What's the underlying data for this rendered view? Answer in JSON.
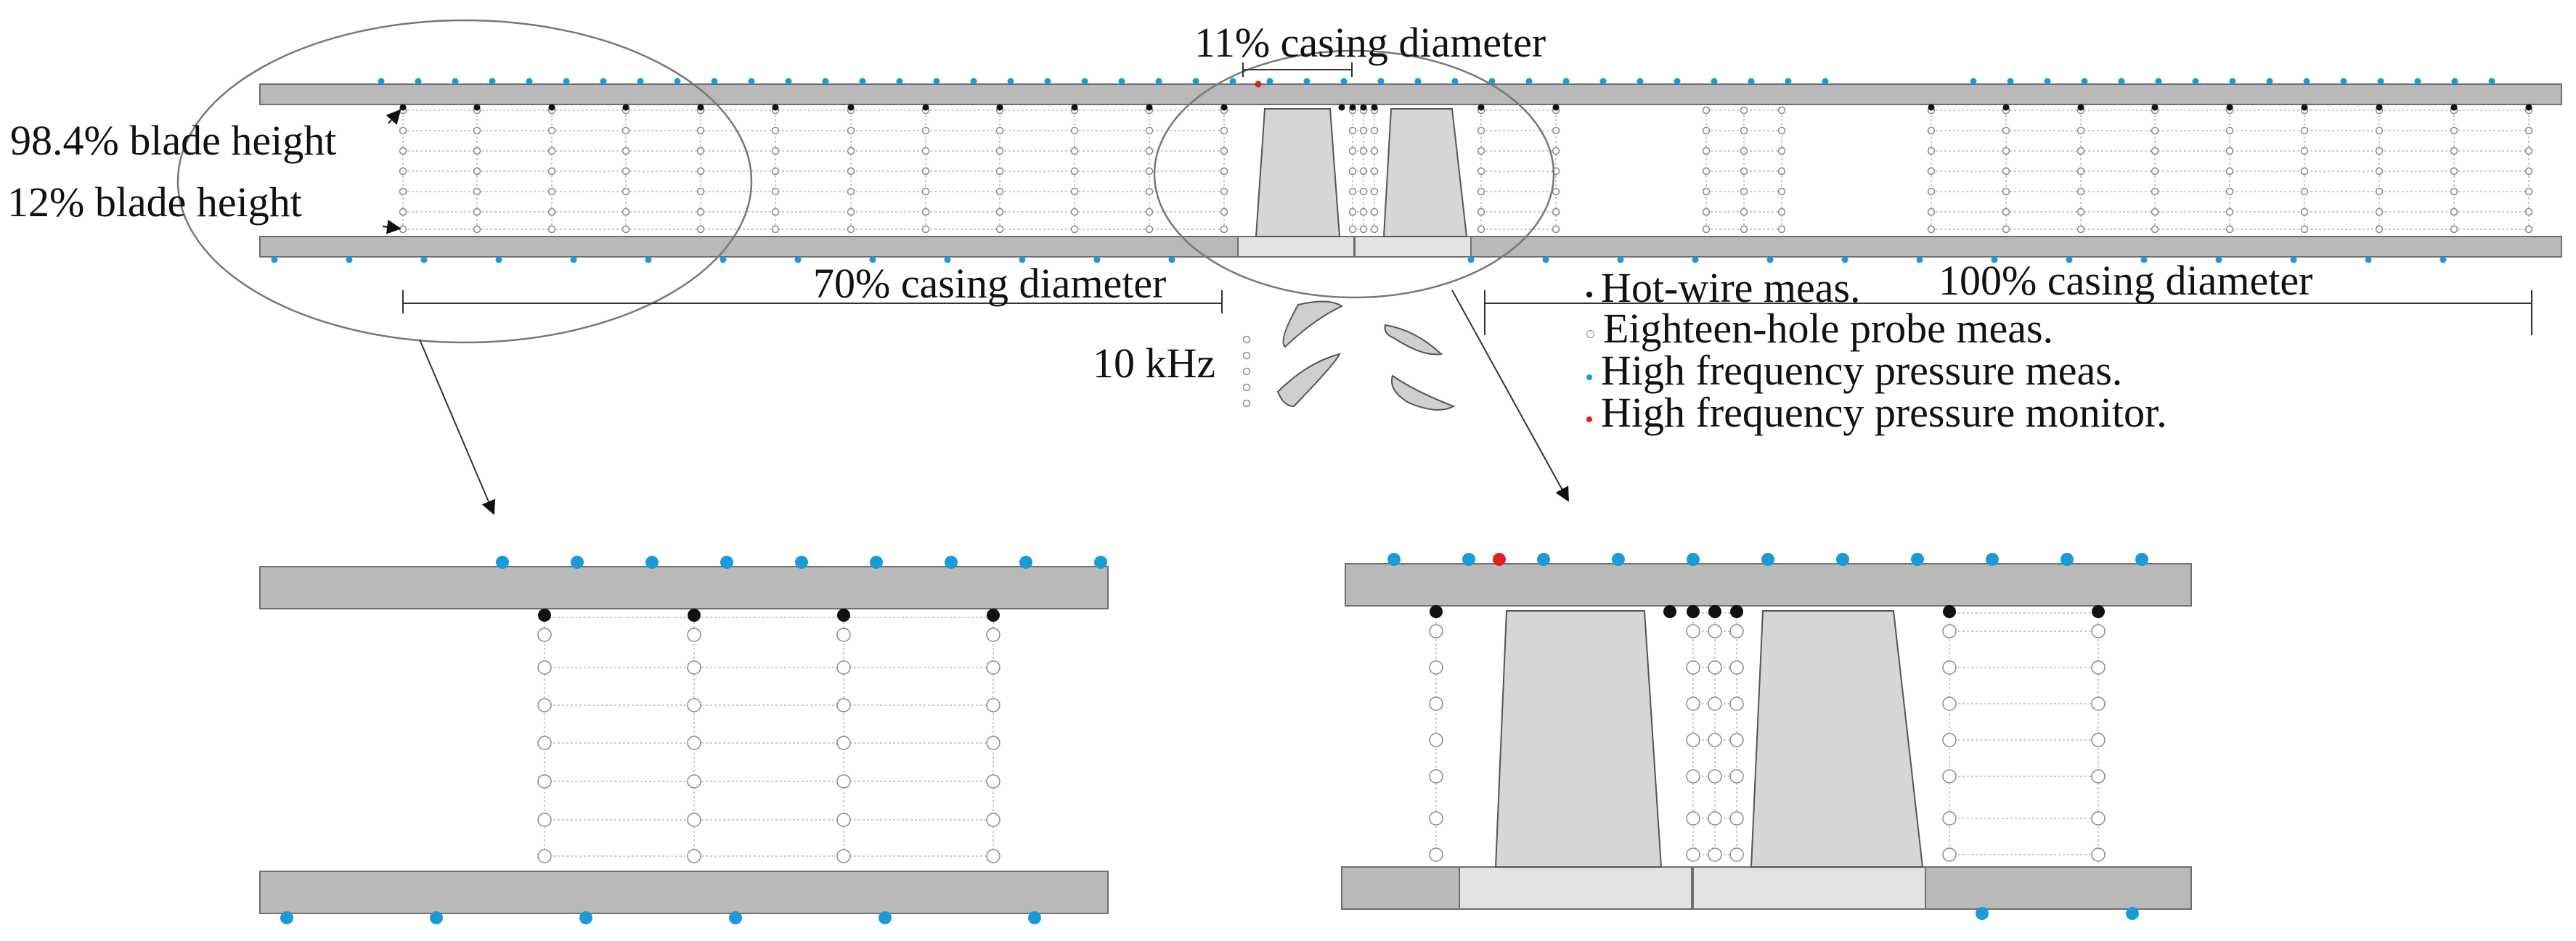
{
  "labels": {
    "blade_height_high": "98.4% blade height",
    "blade_height_low": "12% blade height",
    "casing_11": "11% casing diameter",
    "casing_70": "70% casing diameter",
    "casing_100": "100% casing diameter",
    "frequency": "10 kHz"
  },
  "legend": [
    {
      "symbol": "hot-wire-dot-icon",
      "text": "Hot-wire meas.",
      "color": "#111111"
    },
    {
      "symbol": "hollow-circle-icon",
      "text": "Eighteen-hole probe meas.",
      "color": "#888888"
    },
    {
      "symbol": "blue-dot-icon",
      "text": "High frequency pressure meas.",
      "color": "#1a9ad6"
    },
    {
      "symbol": "red-dot-icon",
      "text": "High frequency pressure monitor.",
      "color": "#e02020"
    }
  ],
  "colors": {
    "casing": "#b9b9b9",
    "casing_stroke": "#6f6f6f",
    "blade": "#d6d6d6",
    "platform": "#e3e3e3",
    "pressure_sensor": "#1a9ad6",
    "monitor_sensor": "#e02020",
    "hotwire": "#111111",
    "probe": "#8a8a8a"
  }
}
